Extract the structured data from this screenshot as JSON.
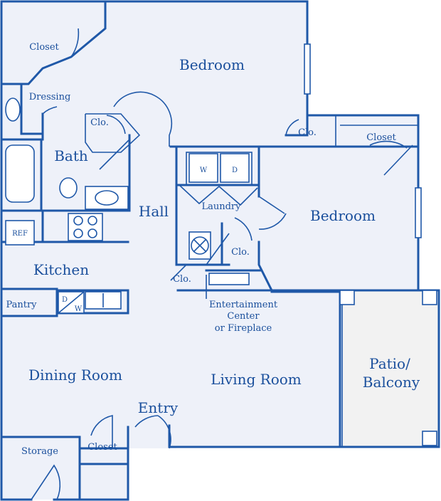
{
  "rooms": {
    "bedroom_1": "Bedroom",
    "bedroom_2": "Bedroom",
    "closet_top_left": "Closet",
    "closet_right": "Closet",
    "closet_bottom": "Closet",
    "dressing": "Dressing",
    "clo_bath": "Clo.",
    "clo_bedroom": "Clo.",
    "clo_laundry": "Clo.",
    "clo_hall": "Clo.",
    "bath": "Bath",
    "hall": "Hall",
    "laundry": "Laundry",
    "kitchen": "Kitchen",
    "pantry": "Pantry",
    "dining_room": "Dining Room",
    "living_room": "Living Room",
    "entry": "Entry",
    "storage": "Storage",
    "patio_line1": "Patio/",
    "patio_line2": "Balcony",
    "entertainment_line1": "Entertainment",
    "entertainment_line2": "Center",
    "entertainment_line3": "or Fireplace"
  },
  "appliances": {
    "washer": "W",
    "dryer": "D",
    "fridge": "REF",
    "dishwasher_d": "D",
    "dishwasher_w": "W"
  },
  "colors": {
    "wall": "#1f58a8",
    "text": "#1a4f9c",
    "floor": "#eef1f9",
    "patio": "#f2f2f2"
  }
}
